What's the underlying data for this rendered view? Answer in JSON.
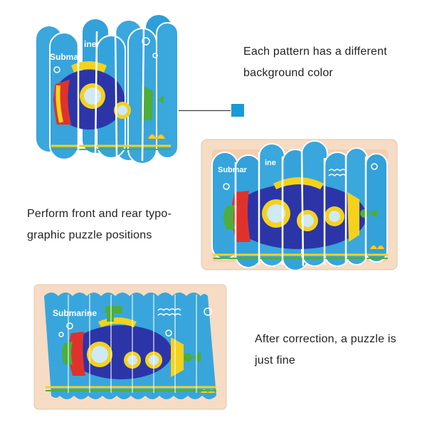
{
  "captions": {
    "background_color": "Each pattern has a different\nbackground color",
    "typographic_positions": "Perform front and rear typo-\ngraphic puzzle positions",
    "after_correction": "After correction, a puzzle is\njust fine"
  },
  "puzzle": {
    "title": "Submarine",
    "title_fragment_1": "Submar",
    "title_fragment_2": "ine",
    "title_fragment_3": "Submar"
  },
  "colors": {
    "sky": "#38a6dc",
    "swatch": "#1a9ad6",
    "wood": "#f6dcc4",
    "hull_blue": "#2b35a8",
    "red": "#e0322b",
    "yellow": "#f4d21c",
    "green": "#4cae3c"
  }
}
